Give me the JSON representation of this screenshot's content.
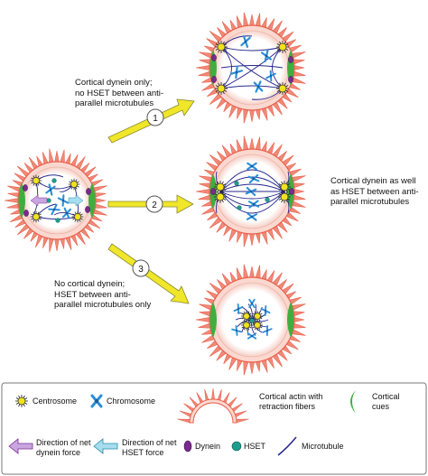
{
  "pathways": [
    {
      "number": "1",
      "label": "Cortical dynein only;\nno HSET between anti-\nparallel microtubules"
    },
    {
      "number": "2",
      "label": "Cortical dynein as well\nas HSET between anti-\nparallel microtubules"
    },
    {
      "number": "3",
      "label": "No cortical dynein;\nHSET between anti-\nparallel microtubules only"
    }
  ],
  "legend": {
    "centrosome": "Centrosome",
    "chromosome": "Chromosome",
    "cortical_actin": "Cortical actin with\nretraction fibers",
    "cortical_cues": "Cortical\ncues",
    "dynein_force": "Direction of net\ndynein force",
    "hset_force": "Direction of net\nHSET force",
    "dynein": "Dynein",
    "hset": "HSET",
    "microtubule": "Microtubule"
  },
  "colors": {
    "actin": "#e8604c",
    "cell_fill": "#fbd8cf",
    "cues": "#3fae3f",
    "centrosome": "#f2e21e",
    "chromosome": "#2a8fd6",
    "dynein": "#7a2b8f",
    "hset": "#1f9e8f",
    "microtubule": "#25258f",
    "arrow": "#f0e62a",
    "dynein_arrow": "#c9a6e0",
    "hset_arrow": "#a8dcef"
  }
}
